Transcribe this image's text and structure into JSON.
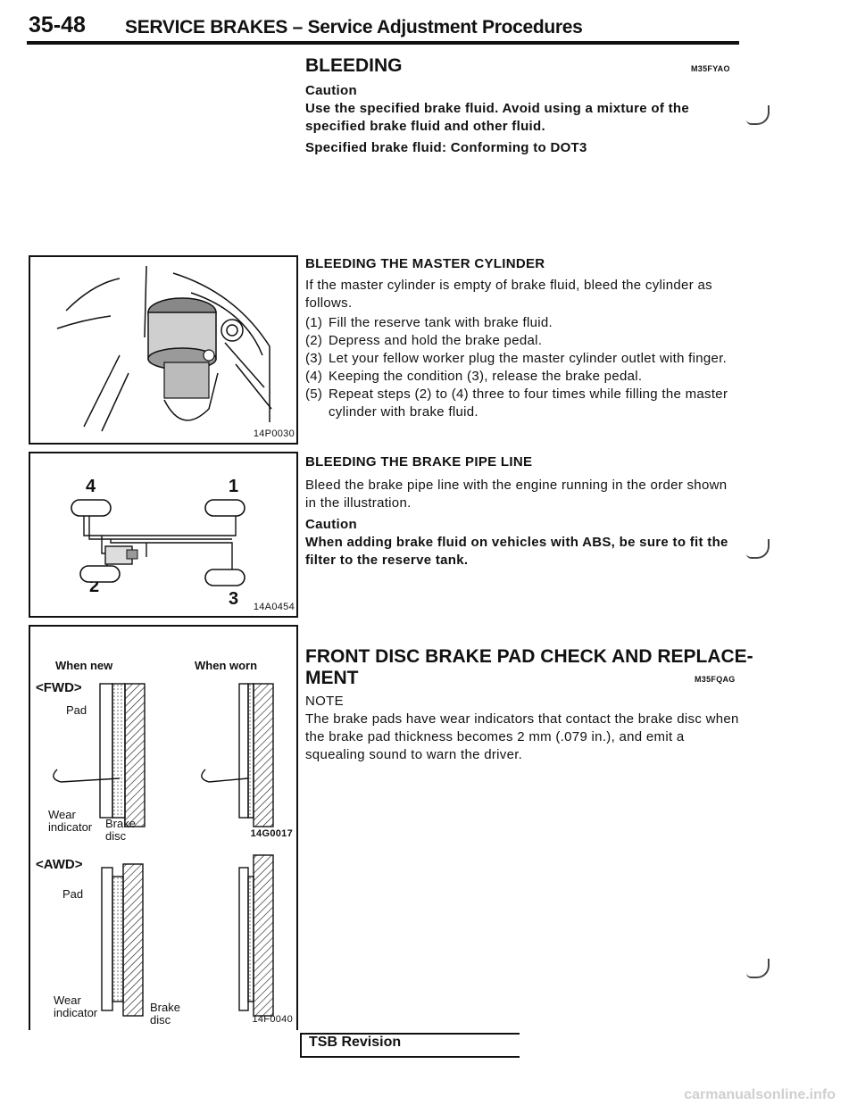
{
  "header": {
    "page_number": "35-48",
    "title": "SERVICE BRAKES – Service Adjustment Procedures"
  },
  "bleeding": {
    "title": "BLEEDING",
    "code": "M35FYAO",
    "caution_label": "Caution",
    "caution_text": "Use the specified brake fluid. Avoid using a mixture of the specified brake fluid and other fluid.",
    "spec": "Specified brake fluid: Conforming to DOT3"
  },
  "master_cylinder": {
    "title": "BLEEDING THE MASTER CYLINDER",
    "intro": "If the master cylinder is empty of brake fluid, bleed the cylinder as follows.",
    "steps": [
      {
        "n": "(1)",
        "text": "Fill the reserve tank with brake fluid."
      },
      {
        "n": "(2)",
        "text": "Depress and hold the brake pedal."
      },
      {
        "n": "(3)",
        "text": "Let your fellow worker plug the master cylinder outlet with finger."
      },
      {
        "n": "(4)",
        "text": "Keeping the condition (3), release the brake pedal."
      },
      {
        "n": "(5)",
        "text": "Repeat steps (2) to (4) three to four times while filling the master cylinder with brake fluid."
      }
    ]
  },
  "pipe_line": {
    "title": "BLEEDING THE BRAKE PIPE LINE",
    "intro": "Bleed the brake pipe line with the engine running in the order shown in the illustration.",
    "caution_label": "Caution",
    "caution_text": "When adding brake fluid on vehicles with ABS, be sure to fit the filter to the reserve tank."
  },
  "pad_check": {
    "title_line1": "FRONT DISC BRAKE PAD CHECK AND REPLACE-",
    "title_line2": "MENT",
    "code": "M35FQAG",
    "note_label": "NOTE",
    "note_text": "The brake pads have wear indicators that contact the brake disc when the brake pad thickness becomes 2 mm (.079 in.), and emit a squealing sound to warn the driver."
  },
  "figures": {
    "fig1_code": "14P0030",
    "fig2_code": "14A0454",
    "fig2_numbers": [
      "4",
      "1",
      "2",
      "3"
    ],
    "fig3": {
      "when_new": "When new",
      "when_worn": "When worn",
      "fwd": "<FWD>",
      "awd": "<AWD>",
      "pad": "Pad",
      "wear": "Wear",
      "indicator": "indicator",
      "brake": "Brake",
      "disc": "disc",
      "code_top": "14G0017",
      "code_bottom": "14F0040"
    }
  },
  "footer": {
    "tsb": "TSB Revision",
    "watermark": "carmanualsonline.info"
  }
}
